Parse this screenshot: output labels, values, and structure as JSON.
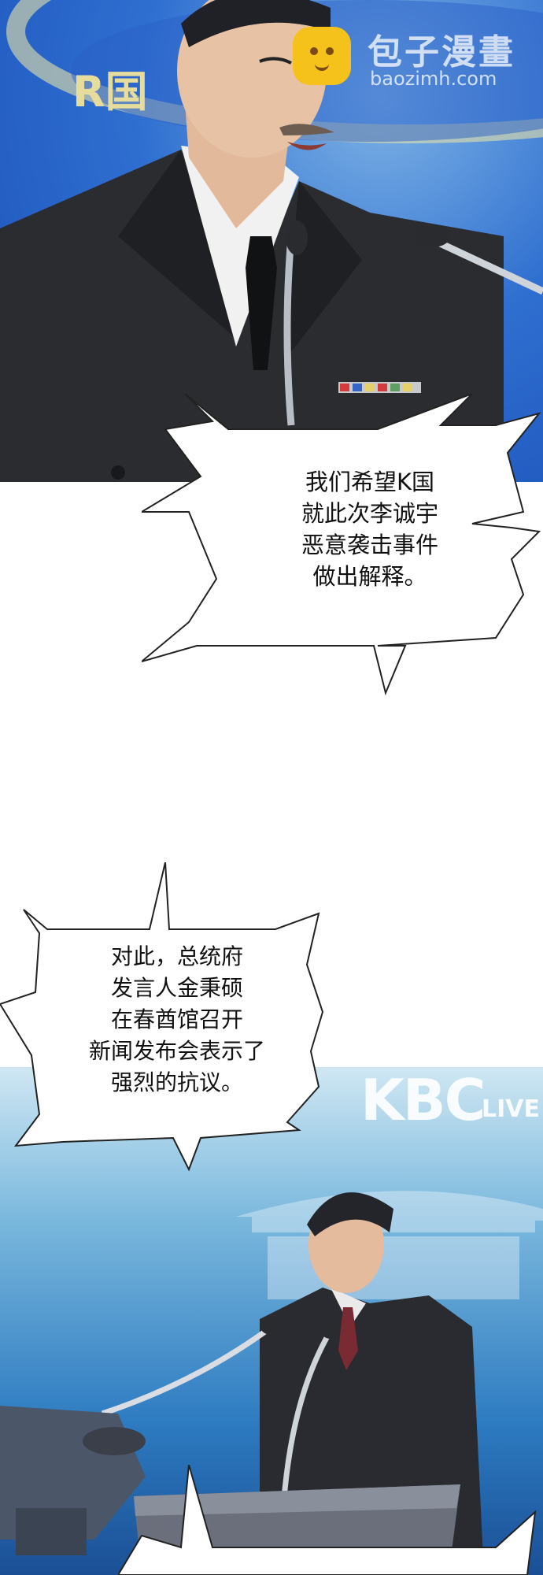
{
  "scene_top": {
    "flag_text": "R国",
    "speech_lines": [
      "我们希望K国",
      "就此次李诚宇",
      "恶意袭击事件",
      "做出解释。"
    ]
  },
  "narration": {
    "lines": [
      "对此，总统府",
      "发言人金秉硕",
      "在春酋馆召开",
      "新闻发布会表示了",
      "强烈的抗议。"
    ]
  },
  "scene_bottom": {
    "broadcaster": "KBC",
    "live_tag": "LIVE"
  },
  "watermark": {
    "name": "包子漫畫",
    "url": "baozimh.com"
  },
  "colors": {
    "sky_blue": "#2f6fd0",
    "suit_dark": "#2b2c30",
    "logo_yellow": "#f5c21b"
  }
}
